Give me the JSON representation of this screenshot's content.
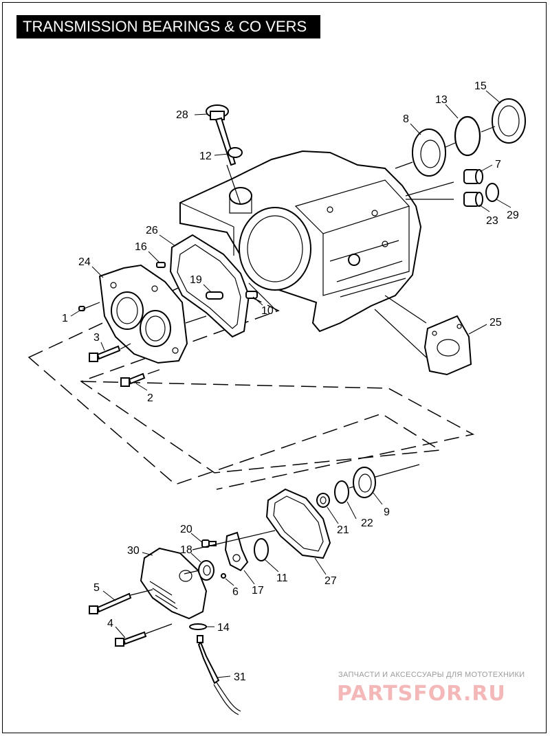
{
  "title": "TRANSMISSION BEARINGS & CO VERS",
  "callouts": [
    "28",
    "12",
    "8",
    "13",
    "15",
    "7",
    "23",
    "29",
    "26",
    "16",
    "24",
    "19",
    "10",
    "1",
    "3",
    "2",
    "25",
    "9",
    "22",
    "21",
    "20",
    "30",
    "18",
    "11",
    "27",
    "17",
    "6",
    "5",
    "14",
    "4",
    "31"
  ],
  "watermark": {
    "caption": "ЗАПЧАСТИ И АКСЕССУАРЫ ДЛЯ МОТОТЕХНИКИ",
    "logo": "PARTSFOR.RU"
  }
}
